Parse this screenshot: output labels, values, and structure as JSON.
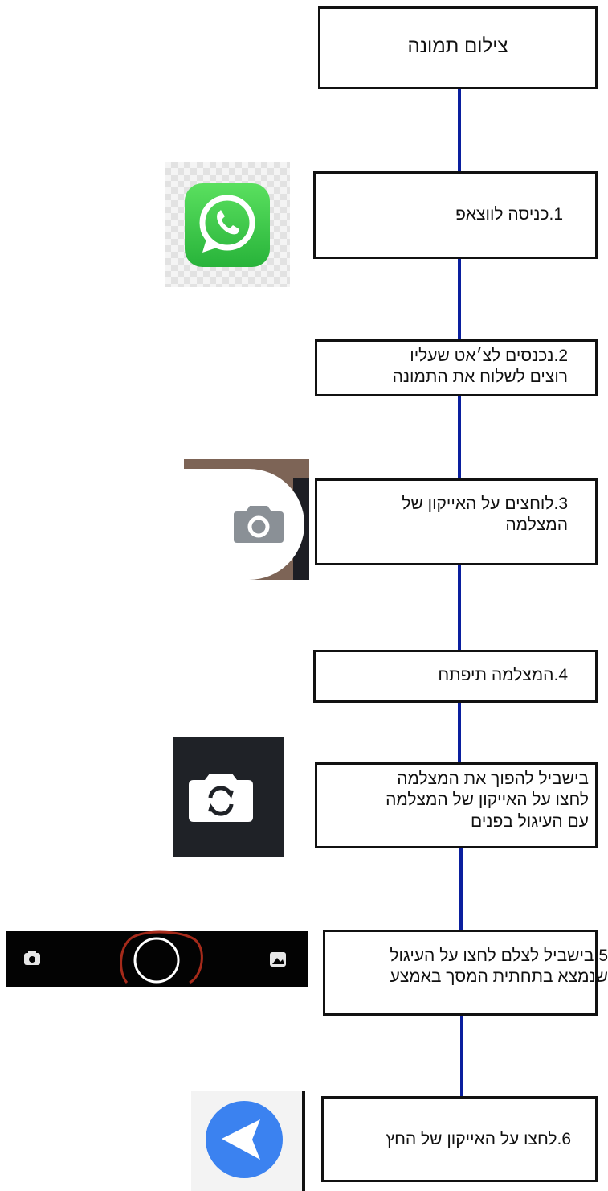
{
  "flowchart": {
    "title": "צילום תמונה",
    "steps": [
      {
        "lines": [
          "1.כניסה לווצאפ"
        ],
        "icon": "whatsapp-icon"
      },
      {
        "lines": [
          "2.נכנסים לצ׳אט שעליו",
          "רוצים לשלוח את התמונה"
        ]
      },
      {
        "lines": [
          "3.לוחצים על האייקון של",
          "המצלמה"
        ],
        "icon": "camera-button-icon"
      },
      {
        "lines": [
          "4.המצלמה תיפתח"
        ]
      },
      {
        "lines": [
          "בישביל להפוך את המצלמה",
          "לחצו על האייקון של המצלמה",
          "עם העיגול בפנים"
        ],
        "icon": "flip-camera-icon"
      },
      {
        "lines": [
          "5.בישביל לצלם לחצו על העיגול",
          "שנמצא בתחתית המסך באמצע"
        ],
        "icon": "shutter-button-icon"
      },
      {
        "lines": [
          "6.לחצו על האייקון של החץ"
        ],
        "icon": "send-arrow-icon"
      }
    ]
  },
  "colors": {
    "connector": "#0a1f9e",
    "box_border": "#111111",
    "whatsapp_green": "#2cc343",
    "shutter_circle_highlight": "#a52a1a",
    "send_blue": "#3b82f0",
    "camera_gray": "#8a9096"
  }
}
